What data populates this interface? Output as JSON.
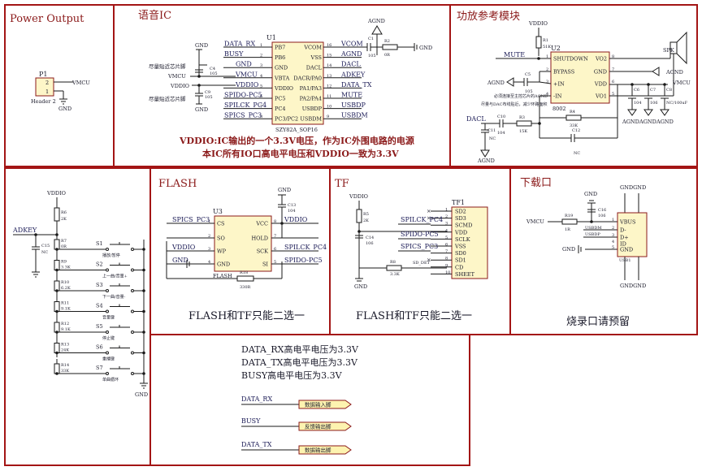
{
  "sections": {
    "power_output": {
      "title": "Power Output",
      "part": "P1",
      "part_desc": "Header 2",
      "pins": [
        "2",
        "1"
      ],
      "net_vmcu": "VMCU",
      "gnd": "GND"
    },
    "voice_ic": {
      "title": "语音IC",
      "part": "U1",
      "part_name": "SZY82A_SOP16",
      "left_nets": [
        "DATA_RX",
        "BUSY",
        "GND",
        "VMCU",
        "VDDIO",
        "SPIDO-PC5",
        "SPILCK_PC4",
        "SPICS_PC3"
      ],
      "left_pin_nums": [
        "1",
        "2",
        "3",
        "4",
        "5",
        "6",
        "7",
        "8"
      ],
      "left_pins": [
        "PB7",
        "PB6",
        "GND",
        "VBTA",
        "VDDIO",
        "PC5",
        "PC4",
        "PC3/PC2"
      ],
      "right_pins": [
        "VCOM",
        "VSS",
        "DACL",
        "DACR/PA0",
        "PA1/PA3",
        "PA2/PA4",
        "USBDP",
        "USBDM"
      ],
      "right_pin_nums": [
        "16",
        "15",
        "14",
        "13",
        "12",
        "11",
        "10",
        "9"
      ],
      "right_nets": [
        "VCOM",
        "AGND",
        "DACL",
        "ADKEY",
        "DATA_TX",
        "MUTE",
        "USBDP",
        "USBDM"
      ],
      "gnd": "GND",
      "vmcu": "VMCU",
      "vddio": "VDDIO",
      "c4": "C4",
      "c4_val": "105",
      "c9": "C9",
      "c9_val": "105",
      "c1": "C1",
      "c1_val": "105",
      "r2": "R2",
      "r2_val": "0R",
      "agnd": "AGND",
      "gnd2": "GND",
      "note_near_chip_1": "尽量贴近芯片脚",
      "note_near_chip_2": "尽量贴近芯片脚",
      "desc_line1": "VDDIO:IC输出的一个3.3V电压，作为IC外围电路的电源",
      "desc_line2": "本IC所有IO口高电平电压和VDDIO一致为3.3V"
    },
    "amp": {
      "title": "功放参考模块",
      "vddio": "VDDIO",
      "r1": "R1",
      "r1_val": "51K",
      "part": "U2",
      "part_name": "8002",
      "mute": "MUTE",
      "left_pins": [
        "SHUTDOWN",
        "BYPASS",
        "+IN",
        "-IN"
      ],
      "left_pin_nums": [
        "1",
        "2",
        "3",
        "4"
      ],
      "right_pins": [
        "VO2",
        "GND",
        "VDD",
        "VO1"
      ],
      "right_pin_nums": [
        "8",
        "7",
        "6",
        "5"
      ],
      "spk": "SPK",
      "agnd": "AGND",
      "vmcu": "VMCU",
      "c5": "C5",
      "c5_val": "105",
      "c6": "C6",
      "c6_val": "104",
      "c7": "C7",
      "c7_val": "106",
      "c8": "C8",
      "c8_val": "NC/100uF",
      "c10": "C10",
      "c10_val": "104",
      "c11": "C11",
      "c11_val": "NC",
      "c12": "C12",
      "c12_val": "NC",
      "r3": "R3",
      "r3_val": "15K",
      "r4": "R4",
      "r4_val": "33K",
      "dacl": "DACL",
      "agnd_labels": [
        "AGND",
        "AGND",
        "AGND"
      ],
      "note1": "必须连接至主控芯片的AGND",
      "note2": "尽量与DAC布线贴近，减少环路面积"
    },
    "keys": {
      "vddio": "VDDIO",
      "r6": "R6",
      "r6_val": "2K",
      "adkey": "ADKEY",
      "c15": "C15",
      "c15_val": "NC",
      "gnd": "GND",
      "rows": [
        {
          "r": "R7",
          "val": "0R",
          "s": "S1",
          "label": "播放/暂停"
        },
        {
          "r": "R9",
          "val": "3.3K",
          "s": "S2",
          "label": "上一曲/音量+"
        },
        {
          "r": "R10",
          "val": "6.2K",
          "s": "S3",
          "label": "下一曲/音量-"
        },
        {
          "r": "R11",
          "val": "9.1K",
          "s": "S4",
          "label": "音量键"
        },
        {
          "r": "R12",
          "val": "9.1K",
          "s": "S5",
          "label": "停止键"
        },
        {
          "r": "R13",
          "val": "24K",
          "s": "S6",
          "label": "重播键"
        },
        {
          "r": "R14",
          "val": "33K",
          "s": "S7",
          "label": "单曲循环"
        }
      ]
    },
    "flash": {
      "title": "FLASH",
      "part": "U3",
      "part_name": "FLASH",
      "left_nets": [
        "SPICS_PC3",
        "",
        "VDDIO",
        "GND"
      ],
      "left_pins": [
        "CS",
        "SO",
        "WP",
        "GND"
      ],
      "left_pin_nums": [
        "1",
        "2",
        "3",
        "4"
      ],
      "right_pins": [
        "VCC",
        "HOLD",
        "SCK",
        "SI"
      ],
      "right_pin_nums": [
        "8",
        "7",
        "6",
        "5"
      ],
      "right_nets": [
        "VDDIO",
        "",
        "SPILCK_PC4",
        "SPIDO-PC5"
      ],
      "c13": "C13",
      "c13_val": "104",
      "gnd": "GND",
      "r18": "R18",
      "r18_val": "330R",
      "choose": "FLASH和TF只能二选一"
    },
    "tf": {
      "title": "TF",
      "vddio": "VDDIO",
      "r5": "R5",
      "r5_val": "2K",
      "c14": "C14",
      "c14_val": "106",
      "part": "TF1",
      "pins": [
        "SD2",
        "SD3",
        "SCMD",
        "VDD",
        "SCLK",
        "VSS",
        "SD0",
        "SD1",
        "CD",
        "SHEET"
      ],
      "nets": [
        "SPILCK_PC4",
        "SPIDO-PC5",
        "SPICS_PC3"
      ],
      "r8": "R8",
      "r8_val": "3.3K",
      "sd_det": "SD_DET",
      "gnd": "GND",
      "choose": "FLASH和TF只能二选一"
    },
    "download": {
      "title": "下载口",
      "vmcu": "VMCU",
      "r19": "R19",
      "r19_val": "1R",
      "c16": "C16",
      "c16_val": "106",
      "usbdm": "USBDM",
      "usbdp": "USBDP",
      "gnd": "GND",
      "part": "USB1",
      "pins": [
        "VBUS",
        "D-",
        "D+",
        "ID",
        "GND"
      ],
      "pin_nums": [
        "1",
        "2",
        "3",
        "4",
        "5"
      ],
      "gndgnd_top": "GNDGND",
      "gndgnd_bottom": "GNDGND",
      "note": "烧录口请预留"
    },
    "signals": {
      "lines": [
        "DATA_RX高电平电压为3.3V",
        "DATA_TX高电平电压为3.3V",
        "BUSY高电平电压为3.3V"
      ],
      "ports": [
        {
          "net": "DATA_RX",
          "flag": "数据输入脚"
        },
        {
          "net": "BUSY",
          "flag": "反馈输出脚"
        },
        {
          "net": "DATA_TX",
          "flag": "数据输出脚"
        }
      ]
    }
  }
}
